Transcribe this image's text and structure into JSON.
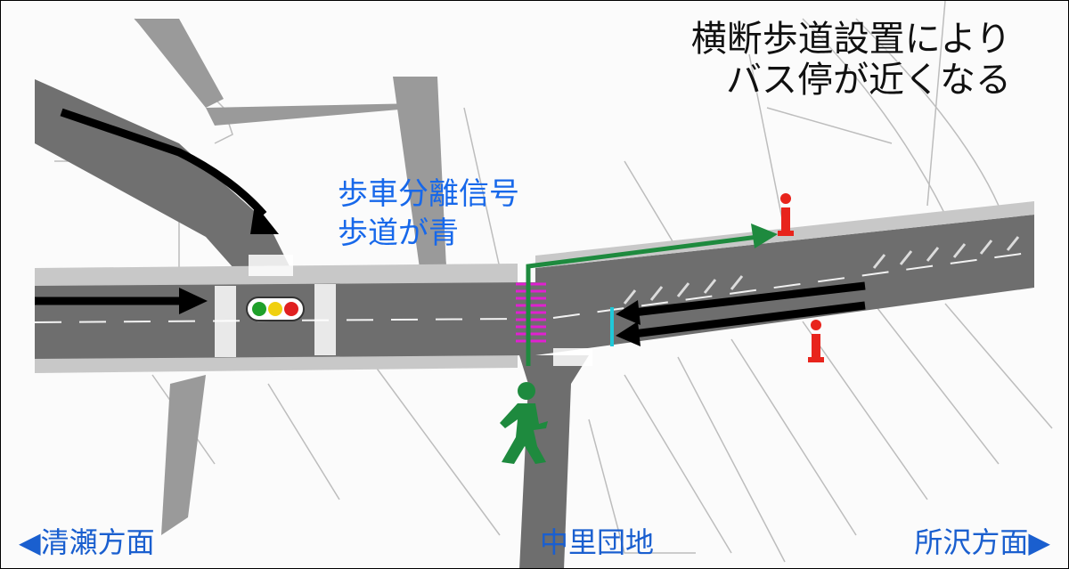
{
  "headline": {
    "line1": "横断歩道設置により",
    "line2": "バス停が近くなる"
  },
  "signal_note": {
    "line1": "歩車分離信号",
    "line2": "歩道が青"
  },
  "directions": {
    "left": {
      "arrow": "◀",
      "label": "清瀬方面"
    },
    "center": {
      "label": "中里団地"
    },
    "right": {
      "label": "所沢方面",
      "arrow": "▶"
    }
  },
  "colors": {
    "text_blue": "#1768ea",
    "direction_blue": "#1a5fcf",
    "pedestrian_green": "#1e8a3e",
    "bus_stop_red": "#e8241c",
    "crosswalk_magenta": "#e020d0",
    "stop_line_cyan": "#20c8d8",
    "road_gray": "#6e6e6e",
    "signal_green": "#1fa02a",
    "signal_yellow": "#f0d010",
    "signal_red": "#e02020"
  }
}
